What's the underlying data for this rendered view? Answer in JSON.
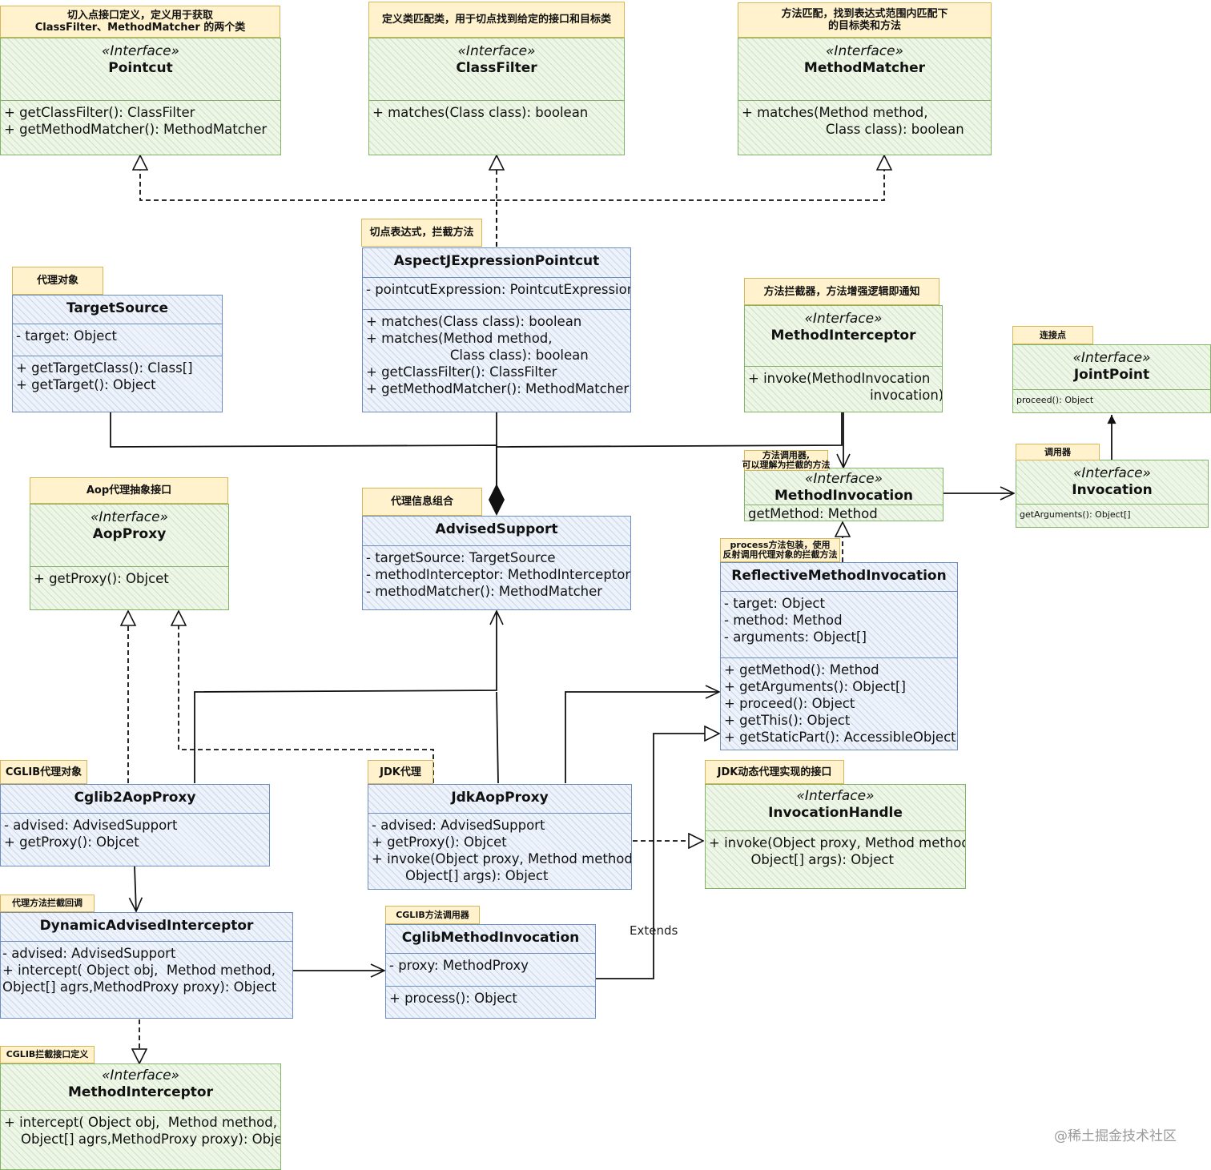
{
  "classes": {
    "pointcut": {
      "stereotype": "«Interface»",
      "name": "Pointcut",
      "sections": [
        [
          "+ getClassFilter(): ClassFilter",
          "+ getMethodMatcher(): MethodMatcher"
        ]
      ]
    },
    "classfilter": {
      "stereotype": "«Interface»",
      "name": "ClassFilter",
      "sections": [
        [
          "+ matches(Class class): boolean"
        ]
      ]
    },
    "methodmatcher": {
      "stereotype": "«Interface»",
      "name": "MethodMatcher",
      "sections": [
        [
          "+ matches(Method method,",
          "                    Class class): boolean"
        ]
      ]
    },
    "aspectj": {
      "name": "AspectJExpressionPointcut",
      "sections": [
        [
          "- pointcutExpression: PointcutExpression"
        ],
        [
          "+ matches(Class class): boolean",
          "+ matches(Method method,",
          "                    Class class): boolean",
          "+ getClassFilter(): ClassFilter",
          "+ getMethodMatcher(): MethodMatcher"
        ]
      ]
    },
    "targetsource": {
      "name": "TargetSource",
      "sections": [
        [
          "- target: Object"
        ],
        [
          "+ getTargetClass(): Class[]",
          "+ getTarget(): Object"
        ]
      ]
    },
    "methodinterceptor": {
      "stereotype": "«Interface»",
      "name": "MethodInterceptor",
      "sections": [
        [
          "+ invoke(MethodInvocation",
          "                             invocation)"
        ]
      ]
    },
    "jointpoint": {
      "stereotype": "«Interface»",
      "name": "JointPoint",
      "sections": [
        [
          "proceed(): Object"
        ]
      ]
    },
    "methodinvocation": {
      "stereotype": "«Interface»",
      "name": "MethodInvocation",
      "sections": [
        [
          "getMethod: Method"
        ]
      ]
    },
    "invocation": {
      "stereotype": "«Interface»",
      "name": "Invocation",
      "sections": [
        [
          "getArguments(): Object[]"
        ]
      ]
    },
    "aopproxy": {
      "stereotype": "«Interface»",
      "name": "AopProxy",
      "sections": [
        [
          "+ getProxy(): Objcet"
        ]
      ]
    },
    "advisedsupport": {
      "name": "AdvisedSupport",
      "sections": [
        [
          "- targetSource: TargetSource",
          "- methodInterceptor: MethodInterceptor",
          "- methodMatcher(): MethodMatcher"
        ]
      ]
    },
    "reflective": {
      "name": "ReflectiveMethodInvocation",
      "sections": [
        [
          "- target: Object",
          "- method: Method",
          "- arguments: Object[]"
        ],
        [
          "+ getMethod(): Method",
          "+ getArguments(): Object[]",
          "+ proceed(): Object",
          "+ getThis(): Object",
          "+ getStaticPart(): AccessibleObject"
        ]
      ]
    },
    "cglib2": {
      "name": "Cglib2AopProxy",
      "sections": [
        [
          "- advised: AdvisedSupport",
          "+ getProxy(): Objcet"
        ]
      ]
    },
    "jdkaop": {
      "name": "JdkAopProxy",
      "sections": [
        [
          "- advised: AdvisedSupport",
          "+ getProxy(): Objcet",
          "+ invoke(Object proxy, Method method,",
          "        Object[] args): Object"
        ]
      ]
    },
    "invocationhandle": {
      "stereotype": "«Interface»",
      "name": "InvocationHandle",
      "sections": [
        [
          "+ invoke(Object proxy, Method method,",
          "          Object[] args): Object"
        ]
      ]
    },
    "dynamic": {
      "name": "DynamicAdvisedInterceptor",
      "sections": [
        [
          "- advised: AdvisedSupport",
          "+ intercept( Object obj,  Method method,",
          "Object[] agrs,MethodProxy proxy): Object"
        ]
      ]
    },
    "cglibinvocation": {
      "name": "CglibMethodInvocation",
      "sections": [
        [
          "- proxy: MethodProxy"
        ],
        [
          "+ process(): Object"
        ]
      ]
    },
    "cglibinterceptor": {
      "stereotype": "«Interface»",
      "name": "MethodInterceptor",
      "sections": [
        [
          "+ intercept( Object obj,  Method method,",
          "    Object[] agrs,MethodProxy proxy): Object"
        ]
      ]
    }
  },
  "notes": {
    "n_pointcut": "切入点接口定义，定义用于获取\nClassFilter、MethodMatcher 的两个类",
    "n_classfilter": "定义类匹配类，用于切点找到给定的接口和目标类",
    "n_methodmatcher": "方法匹配，找到表达式范围内匹配下\n的目标类和方法",
    "n_aspectj": "切点表达式，拦截方法",
    "n_targetsource": "代理对象",
    "n_methodinterceptor": "方法拦截器，方法增强逻辑即通知",
    "n_jointpoint": "连接点",
    "n_methodinvocation": "方法调用器,\n可以理解为拦截的方法",
    "n_invocation": "调用器",
    "n_aopproxy": "Aop代理抽象接口",
    "n_advisedsupport": "代理信息组合",
    "n_reflective": "process方法包装，使用\n反射调用代理对象的拦截方法",
    "n_cglib2": "CGLIB代理对象",
    "n_jdkaop": "JDK代理",
    "n_invocationhandle": "JDK动态代理实现的接口",
    "n_dynamic": "代理方法拦截回调",
    "n_cglibinvocation": "CGLIB方法调用器",
    "n_cglibinterceptor": "CGLIB拦截接口定义"
  },
  "edge_label": "Extends",
  "watermark": "@稀土掘金技术社区",
  "colors": {
    "green_border": "#82b366",
    "blue_border": "#6c8ebf",
    "note_fill": "#fff2cc",
    "note_border": "#d6b656"
  }
}
